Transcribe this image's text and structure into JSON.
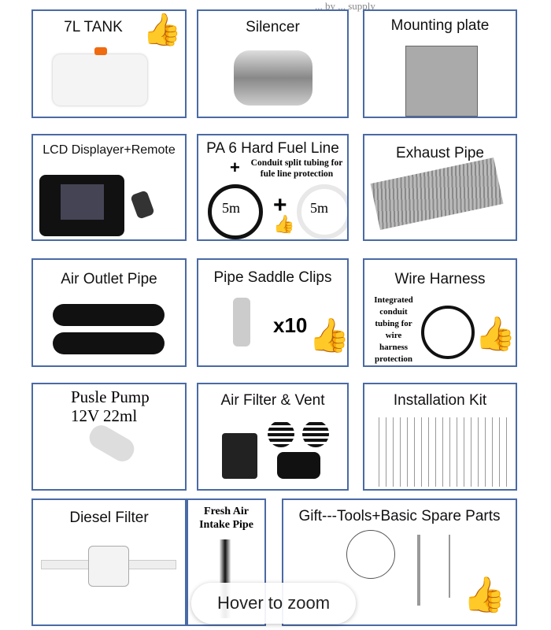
{
  "header_fragment": "... by ... supply",
  "cells": [
    {
      "title": "7L TANK"
    },
    {
      "title": "Silencer"
    },
    {
      "title": "Mounting plate"
    },
    {
      "title": "LCD Displayer+Remote"
    },
    {
      "title": "PA 6 Hard Fuel Line",
      "plus": "+",
      "note": "Conduit split tubing for fule line protection",
      "len1": "5m",
      "len2": "5m"
    },
    {
      "title": "Exhaust Pipe"
    },
    {
      "title": "Air Outlet Pipe"
    },
    {
      "title": "Pipe Saddle Clips",
      "qty": "x10"
    },
    {
      "title": "Wire Harness",
      "note": "Integrated conduit tubing for wire harness protection"
    },
    {
      "title": "Pusle Pump",
      "sub": "12V 22ml"
    },
    {
      "title": "Air Filter & Vent"
    },
    {
      "title": "Installation Kit"
    },
    {
      "title": "Diesel Filter"
    },
    {
      "title": "Fresh Air Intake Pipe"
    },
    {
      "title": "Gift---Tools+Basic Spare Parts"
    }
  ],
  "overlay": {
    "hover_label": "Hover to zoom"
  },
  "icons": {
    "thumb": "thumbs-up-icon"
  },
  "colors": {
    "border": "#4a6aa5"
  }
}
